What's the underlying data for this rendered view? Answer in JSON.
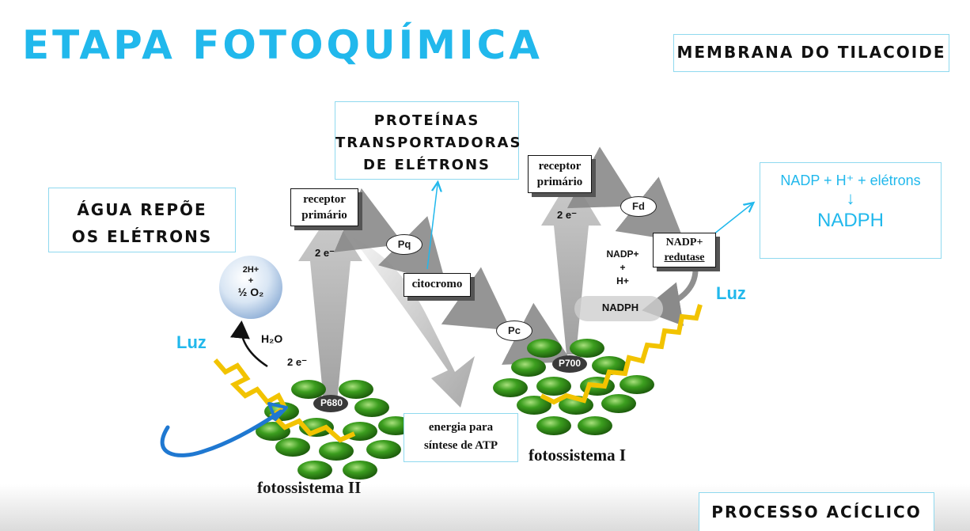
{
  "title": "ETAPA FOTOQUÍMICA",
  "membrane_label": "MEMBRANA DO TILACOIDE",
  "process_label": "PROCESSO ACÍCLICO",
  "proteins_note": {
    "line1": "PROTEÍNAS",
    "line2": "TRANSPORTADORAS",
    "line3": "DE ELÉTRONS"
  },
  "water_note": {
    "line1": "ÁGUA REPÕE",
    "line2": "OS ELÉTRONS"
  },
  "nadph_note": {
    "equation": "NADP + H⁺ + elétrons",
    "arrow": "↓",
    "result": "NADPH"
  },
  "ps2": {
    "label": "fotossistema II",
    "center": "P680",
    "light": "Luz",
    "receptor_line1": "receptor",
    "receptor_line2": "primário",
    "electrons": "2 e⁻",
    "water": "H₂O",
    "water_electrons": "2 e⁻",
    "products": {
      "line1": "2H+",
      "line2": "+",
      "line3": "½ O₂"
    }
  },
  "ps1": {
    "label": "fotossistema I",
    "center": "P700",
    "light": "Luz",
    "receptor_line1": "receptor",
    "receptor_line2": "primário",
    "electrons": "2 e⁻"
  },
  "carriers": {
    "pq": "Pq",
    "cytochrome": "citocromo",
    "pc": "Pc",
    "fd": "Fd"
  },
  "nadp_reductase": {
    "line1": "NADP+",
    "line2": "redutase"
  },
  "nadp_inputs": {
    "line1": "NADP+",
    "line2": "+",
    "line3": "H+"
  },
  "nadph_product": "NADPH",
  "atp_note": {
    "line1": "energia para",
    "line2": "síntese de ATP"
  },
  "colors": {
    "accent": "#21b8ec",
    "chlorophyll": "#2f8f1a",
    "light_wave": "#f2c300",
    "pen": "#1f78d1"
  }
}
